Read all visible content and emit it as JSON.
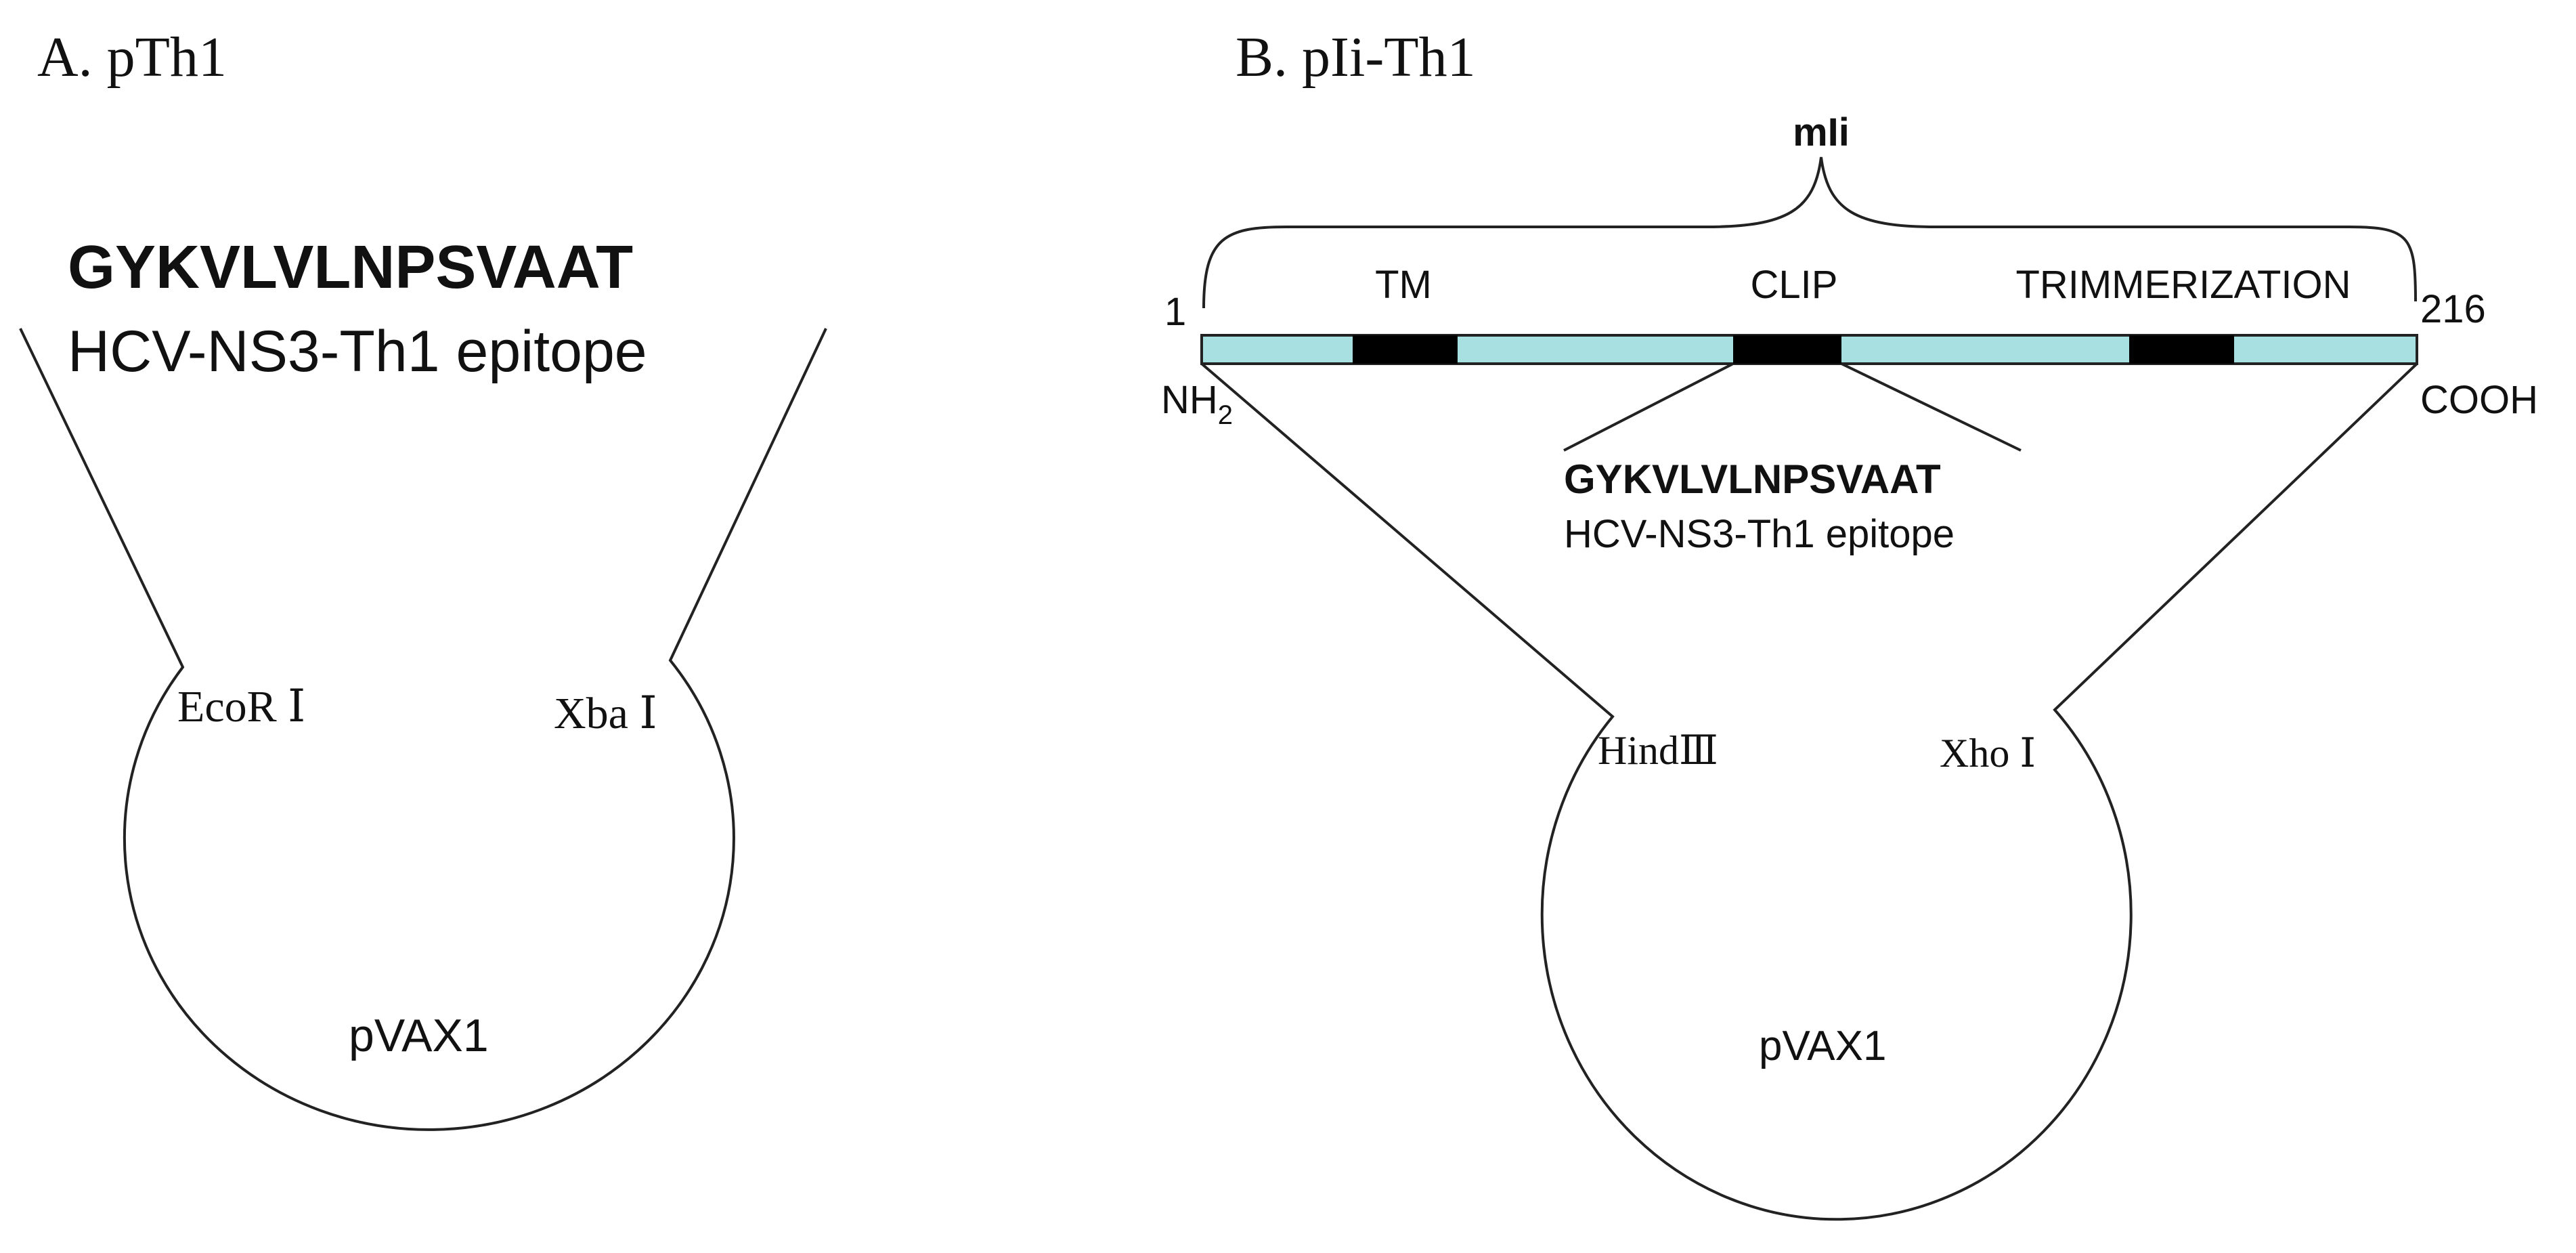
{
  "panel_a": {
    "title": "A. pTh1",
    "epitope_sequence": "GYKVLVLNPSVAAT",
    "epitope_label": "HCV-NS3-Th1 epitope",
    "site_left": "EcoR Ⅰ",
    "site_right": "Xba Ⅰ",
    "plasmid_label": "pVAX1"
  },
  "panel_b": {
    "title": "B.  pIi-Th1",
    "protein_label": "mIi",
    "start_residue": "1",
    "end_residue": "216",
    "domain_labels": {
      "tm": "TM",
      "clip": "CLIP",
      "trimerization": "TRIMMERIZATION"
    },
    "n_terminus": "NH",
    "n_terminus_subscript": "2",
    "c_terminus": "COOH",
    "epitope_sequence": "GYKVLVLNPSVAAT",
    "epitope_label": "HCV-NS3-Th1 epitope",
    "site_left": "HindⅢ",
    "site_right": "Xho Ⅰ",
    "plasmid_label": "pVAX1",
    "colors": {
      "bar_fill": "#a8dfe0",
      "domain_fill": "#000000"
    }
  }
}
